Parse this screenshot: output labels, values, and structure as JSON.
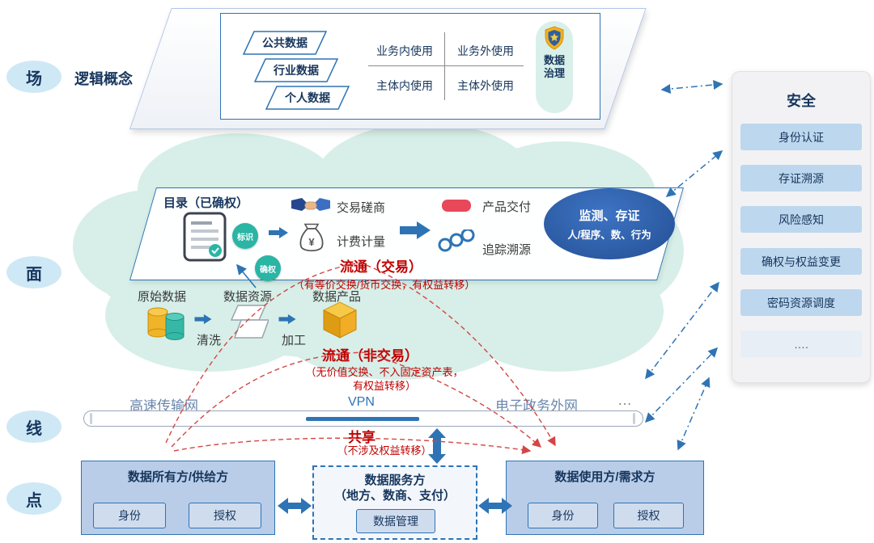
{
  "layers": {
    "chang": "场",
    "mian": "面",
    "xian": "线",
    "dian": "点"
  },
  "top": {
    "logic_label": "逻辑概念",
    "data_types": [
      "公共数据",
      "行业数据",
      "个人数据"
    ],
    "usage_grid": [
      "业务内使用",
      "业务外使用",
      "主体内使用",
      "主体外使用"
    ],
    "governance": "数据治理"
  },
  "flow": {
    "catalog": "目录（已确权）",
    "id_badge": "标识",
    "confirm_badge": "确权",
    "negotiation": "交易磋商",
    "metering": "计费计量",
    "delivery": "产品交付",
    "trace": "追踪溯源",
    "monitor_line1": "监测、存证",
    "monitor_line2": "人/程序、数、行为",
    "raw_data": "原始数据",
    "cleaning": "清洗",
    "data_resource": "数据资源",
    "processing": "加工",
    "data_product": "数据产品",
    "circulation_trade": "流通（交易）",
    "circulation_trade_note": "（有等价交换/货币交换，有权益转移）",
    "circulation_nontrade": "流通（非交易）",
    "circulation_nontrade_note1": "（无价值交换、不入固定资产表，",
    "circulation_nontrade_note2": "有权益转移）"
  },
  "network": {
    "left_label": "高速传输网",
    "vpn": "VPN",
    "right_label": "电子政务外网",
    "ellipsis": "…",
    "share": "共享",
    "share_note": "（不涉及权益转移）"
  },
  "bottom": {
    "owner": {
      "title": "数据所有方/供给方",
      "buttons": [
        "身份",
        "授权"
      ]
    },
    "service": {
      "title_line1": "数据服务方",
      "title_line2": "（地方、数商、支付）",
      "button": "数据管理"
    },
    "user": {
      "title": "数据使用方/需求方",
      "buttons": [
        "身份",
        "授权"
      ]
    }
  },
  "security": {
    "title": "安全",
    "items": [
      "身份认证",
      "存证溯源",
      "风险感知",
      "确权与权益变更",
      "密码资源调度",
      "…."
    ]
  }
}
